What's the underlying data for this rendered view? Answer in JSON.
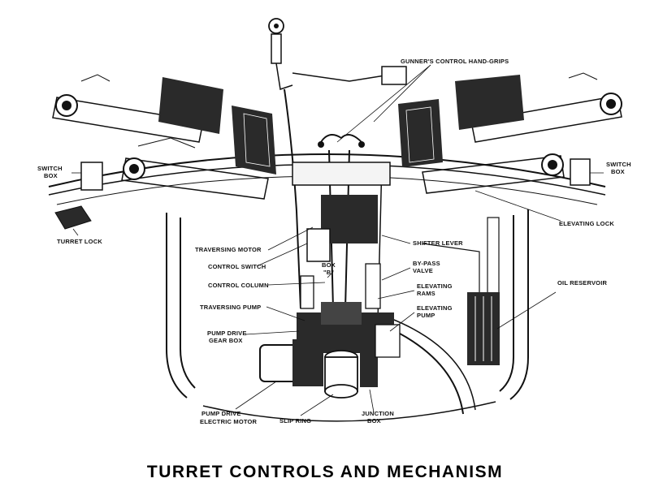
{
  "title": "TURRET CONTROLS AND MECHANISM",
  "labels": {
    "gunners_control_hand_grips": "GUNNER'S CONTROL HAND-GRIPS",
    "switch_box_left_1": "SWITCH",
    "switch_box_left_2": "BOX",
    "switch_box_right_1": "SWITCH",
    "switch_box_right_2": "BOX",
    "elevating_lock": "ELEVATING LOCK",
    "turret_lock": "TURRET LOCK",
    "traversing_motor": "TRAVERSING MOTOR",
    "shifter_lever": "SHIFTER LEVER",
    "control_switch": "CONTROL SWITCH",
    "box_b_1": "BOX",
    "box_b_2": "\"B\"",
    "bypass_valve_1": "BY-PASS",
    "bypass_valve_2": "VALVE",
    "control_column": "CONTROL COLUMN",
    "elevating_rams_1": "ELEVATING",
    "elevating_rams_2": "RAMS",
    "oil_reservoir": "OIL RESERVOIR",
    "traversing_pump": "TRAVERSING PUMP",
    "elevating_pump_1": "ELEVATING",
    "elevating_pump_2": "PUMP",
    "pump_drive_gear_box_1": "PUMP DRIVE",
    "pump_drive_gear_box_2": "GEAR BOX",
    "pump_drive_electric_motor_1": "PUMP DRIVE",
    "pump_drive_electric_motor_2": "ELECTRIC MOTOR",
    "slip_ring": "SLIP RING",
    "junction_box_1": "JUNCTION",
    "junction_box_2": "BOX"
  },
  "colors": {
    "ink": "#111111",
    "background": "#ffffff",
    "shade": "#2a2a2a"
  }
}
